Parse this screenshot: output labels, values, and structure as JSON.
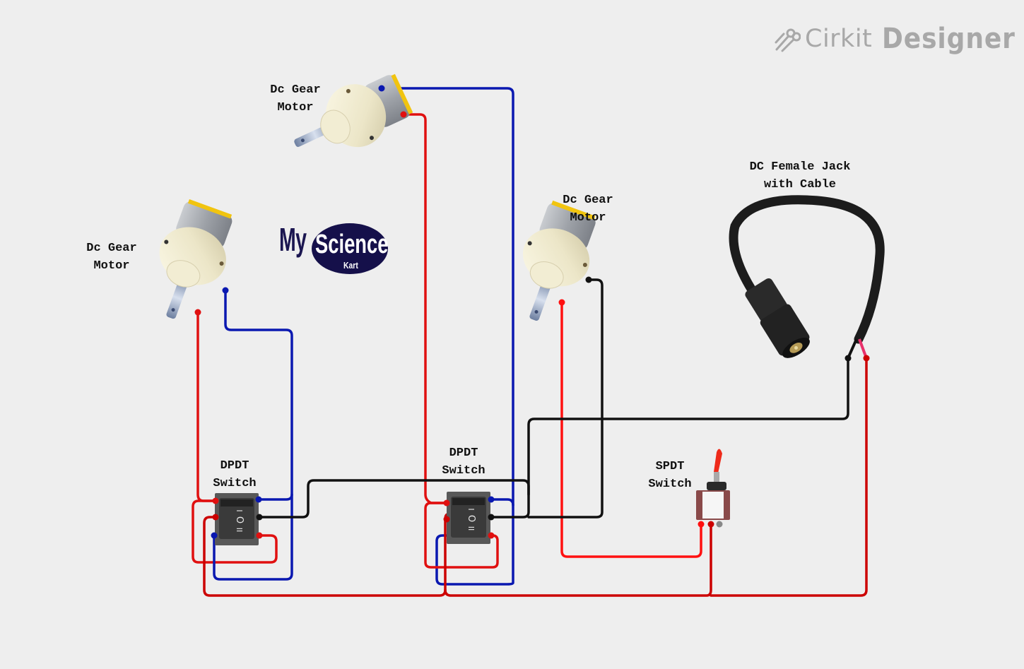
{
  "brand": {
    "prefix": "Cirkit",
    "suffix": "Designer"
  },
  "logo": {
    "my": "My",
    "science": "Science",
    "kart": "Kart"
  },
  "components": {
    "motor_top": {
      "label": "Dc Gear\nMotor"
    },
    "motor_left": {
      "label": "Dc Gear\nMotor"
    },
    "motor_right": {
      "label": "Dc Gear\nMotor"
    },
    "dpdt_left": {
      "label": "DPDT\nSwitch",
      "symbols": [
        "I",
        "O",
        "II"
      ]
    },
    "dpdt_mid": {
      "label": "DPDT\nSwitch",
      "symbols": [
        "I",
        "O",
        "II"
      ]
    },
    "spdt": {
      "label": "SPDT\nSwitch"
    },
    "dc_jack": {
      "label": "DC Female Jack\nwith Cable"
    }
  },
  "wire_colors": {
    "red": "#e01010",
    "dark_red": "#cc0000",
    "blue": "#0a18b0",
    "black": "#111111",
    "gray": "#888888"
  }
}
